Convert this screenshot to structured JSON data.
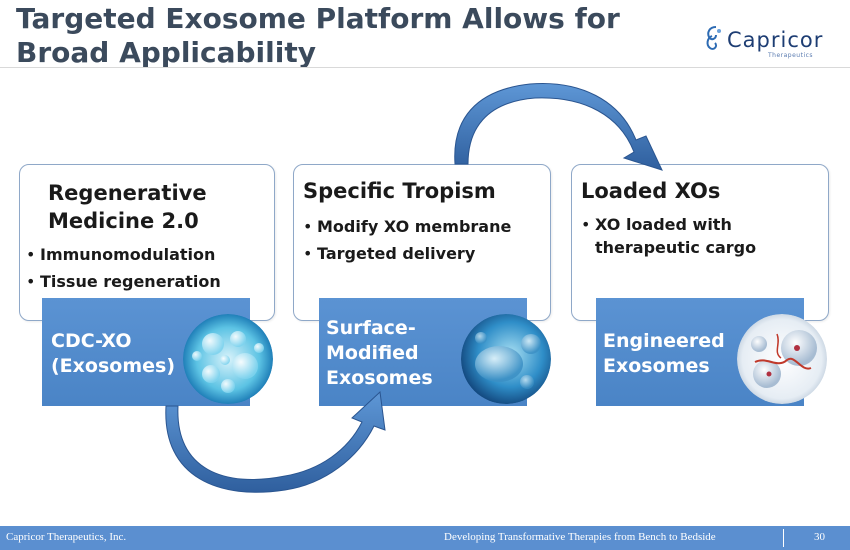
{
  "slide": {
    "title": "Targeted Exosome Platform Allows for Broad Applicability",
    "logo": {
      "name": "Capricor",
      "tagline": "Therapeutics"
    }
  },
  "cards": [
    {
      "heading": "Regenerative Medicine 2.0",
      "bullets": [
        "Immunomodulation",
        "Tissue regeneration"
      ],
      "box_label": "CDC-XO (Exosomes)"
    },
    {
      "heading": "Specific Tropism",
      "bullets": [
        "Modify XO membrane",
        "Targeted delivery"
      ],
      "box_label": "Surface-Modified Exosomes"
    },
    {
      "heading": "Loaded XOs",
      "bullets": [
        "XO loaded with therapeutic cargo"
      ],
      "box_label": "Engineered Exosomes"
    }
  ],
  "footer": {
    "company": "Capricor Therapeutics, Inc.",
    "tagline": "Developing Transformative Therapies from Bench to Bedside",
    "page": "30"
  },
  "colors": {
    "title": "#3b4a5c",
    "box_blue": "#4a84c6",
    "footer_blue": "#5b8fd0",
    "arrow_blue": "#3d6fb0"
  },
  "icons": [
    "capricor-logo-icon",
    "cell-image-icon",
    "curved-arrow-icon"
  ]
}
